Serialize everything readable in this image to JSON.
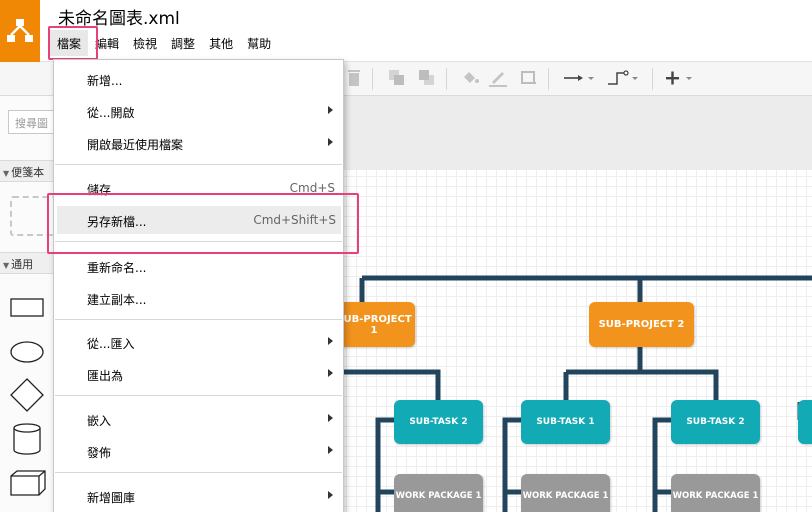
{
  "app": {
    "title": "未命名圖表.xml",
    "brand_color": "#f08705"
  },
  "menubar": {
    "items": [
      "檔案",
      "編輯",
      "檢視",
      "調整",
      "其他",
      "幫助"
    ]
  },
  "sidebar": {
    "search_placeholder": "搜尋圖",
    "sections": [
      "便箋本",
      "通用"
    ]
  },
  "file_menu": {
    "items": [
      {
        "label": "新增...",
        "shortcut": "",
        "submenu": false
      },
      {
        "label": "從...開啟",
        "shortcut": "",
        "submenu": true
      },
      {
        "label": "開啟最近使用檔案",
        "shortcut": "",
        "submenu": true
      },
      {
        "label": "儲存",
        "shortcut": "Cmd+S",
        "submenu": false
      },
      {
        "label": "另存新檔...",
        "shortcut": "Cmd+Shift+S",
        "submenu": false
      },
      {
        "label": "重新命名...",
        "shortcut": "",
        "submenu": false
      },
      {
        "label": "建立副本...",
        "shortcut": "",
        "submenu": false
      },
      {
        "label": "從...匯入",
        "shortcut": "",
        "submenu": true
      },
      {
        "label": "匯出為",
        "shortcut": "",
        "submenu": true
      },
      {
        "label": "嵌入",
        "shortcut": "",
        "submenu": true
      },
      {
        "label": "發佈",
        "shortcut": "",
        "submenu": true
      },
      {
        "label": "新增圖庫",
        "shortcut": "",
        "submenu": true
      }
    ]
  },
  "diagram": {
    "nodes": [
      {
        "label": "SUB-PROJECT 1"
      },
      {
        "label": "SUB-PROJECT 2"
      },
      {
        "label": "SUB-TASK 2"
      },
      {
        "label": "SUB-TASK 1"
      },
      {
        "label": "SUB-TASK 2"
      },
      {
        "label": "WORK PACKAGE 1"
      },
      {
        "label": "WORK PACKAGE 1"
      },
      {
        "label": "WORK PACKAGE 1"
      }
    ],
    "colors": {
      "connector": "#23445d",
      "orange": "#f2931e",
      "teal": "#12aab5",
      "gray": "#999999"
    }
  },
  "highlight_color": "#e8407a"
}
